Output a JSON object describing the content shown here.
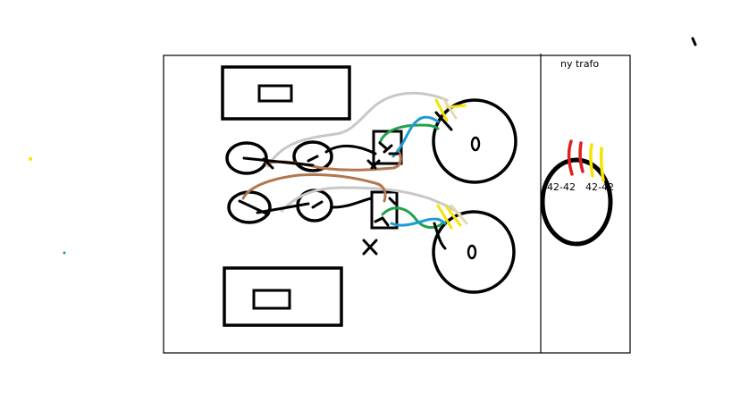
{
  "transformer": {
    "title": "ny trafo",
    "tap_left": "42-42",
    "tap_right": "42-42"
  },
  "colors": {
    "outline": "#000000",
    "wire_gray": "#c8c8c8",
    "wire_brown": "#b07850",
    "wire_green": "#22a24a",
    "wire_blue": "#1e9ad6",
    "wire_yellow": "#f5e400",
    "wire_tan": "#e6d8b4",
    "wire_red": "#e02020"
  }
}
